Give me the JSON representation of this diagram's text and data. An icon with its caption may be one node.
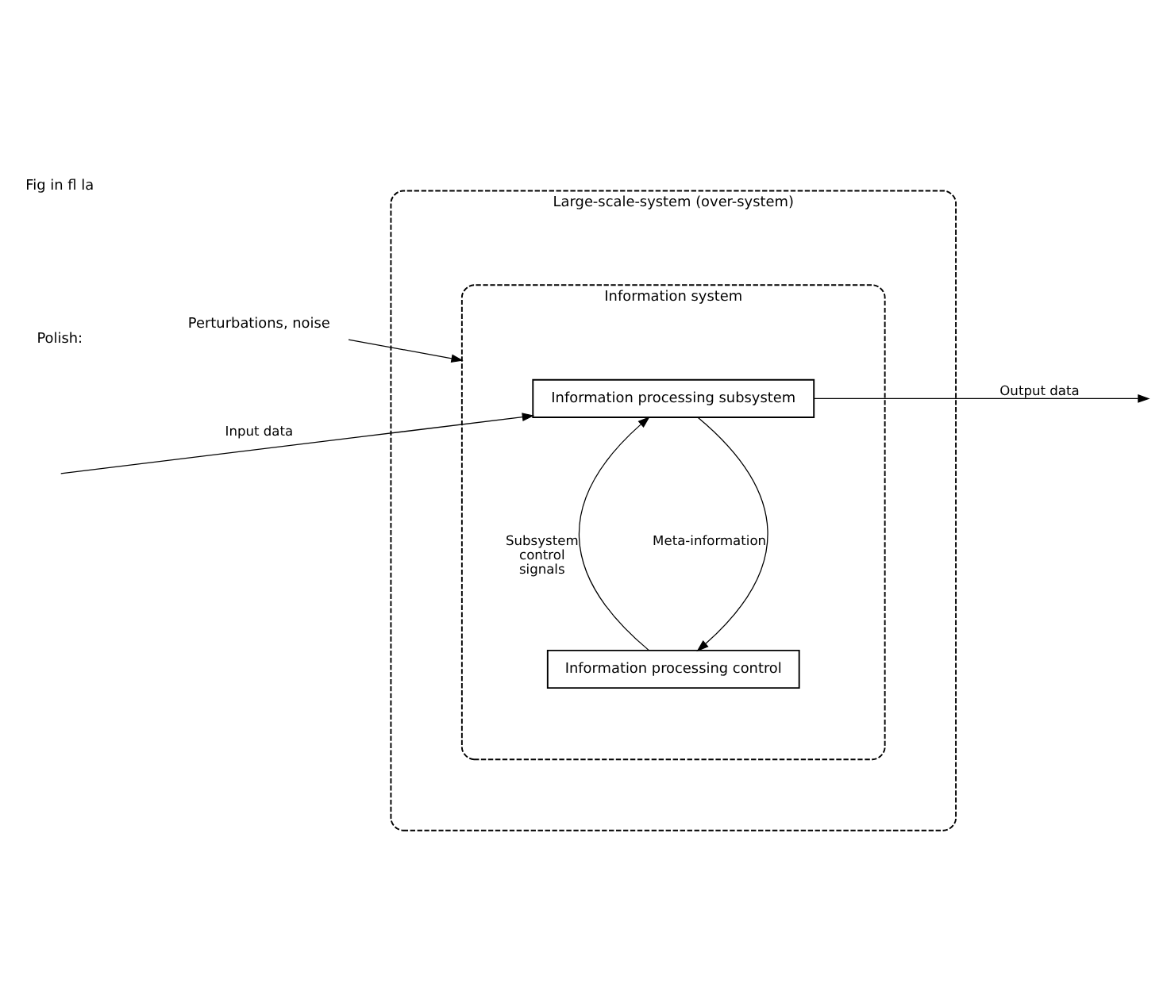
{
  "diagram": {
    "nodes": [
      {
        "text": [
          "Large-scale-system (over-system)"
        ]
      },
      {
        "text": [
          "Information system"
        ],
        "in": 0
      },
      {
        "text": [
          "Information processing subsystem"
        ],
        "in": 1
      },
      {
        "text": [
          "Information processing control"
        ],
        "in": 1
      },
      {
        "text": [
          "Perturbations, noise"
        ]
      }
    ],
    "edges": [
      {
        "from": null,
        "to": 2,
        "arrow": "to",
        "label": "Input data"
      },
      {
        "from": 2,
        "to": null,
        "arrow": "to",
        "label": "Output data"
      },
      {
        "from": 2,
        "to": 3,
        "arrow": "to",
        "label": "Meta-information"
      },
      {
        "from": 3,
        "to": 2,
        "arrow": "to",
        "label": "Subsystem control signals"
      },
      {
        "from": 4,
        "to": 1,
        "arrow": "to"
      }
    ],
    "labels": [
      "Polish:",
      "Fig in fl la"
    ]
  }
}
